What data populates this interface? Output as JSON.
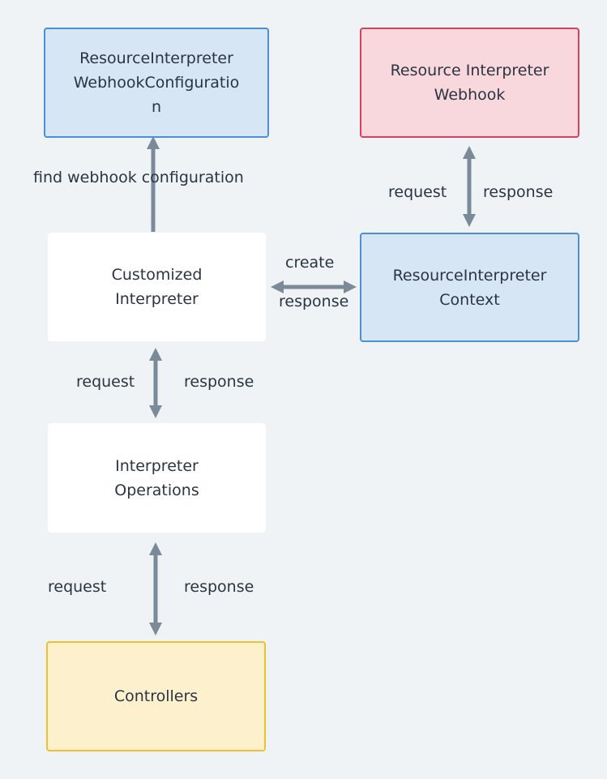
{
  "colors": {
    "background": "#f0f3f6",
    "blue_fill": "#d6e6f5",
    "blue_border": "#4a90d9",
    "red_fill": "#f8d8dc",
    "red_border": "#d9415a",
    "yellow_fill": "#fdf0cc",
    "yellow_border": "#f0c030",
    "arrow": "#7a8a99"
  },
  "nodes": {
    "webhook_config": "ResourceInterpreter\nWebhookConfiguratio\nn",
    "webhook": "Resource Interpreter\nWebhook",
    "customized": "Customized\nInterpreter",
    "context": "ResourceInterpreter\nContext",
    "operations": "Interpreter\nOperations",
    "controllers": "Controllers"
  },
  "edges": {
    "find_config": "find webhook configuration",
    "webhook_request": "request",
    "webhook_response": "response",
    "context_create": "create",
    "context_response": "response",
    "ops_request": "request",
    "ops_response": "response",
    "ctrl_request": "request",
    "ctrl_response": "response"
  }
}
